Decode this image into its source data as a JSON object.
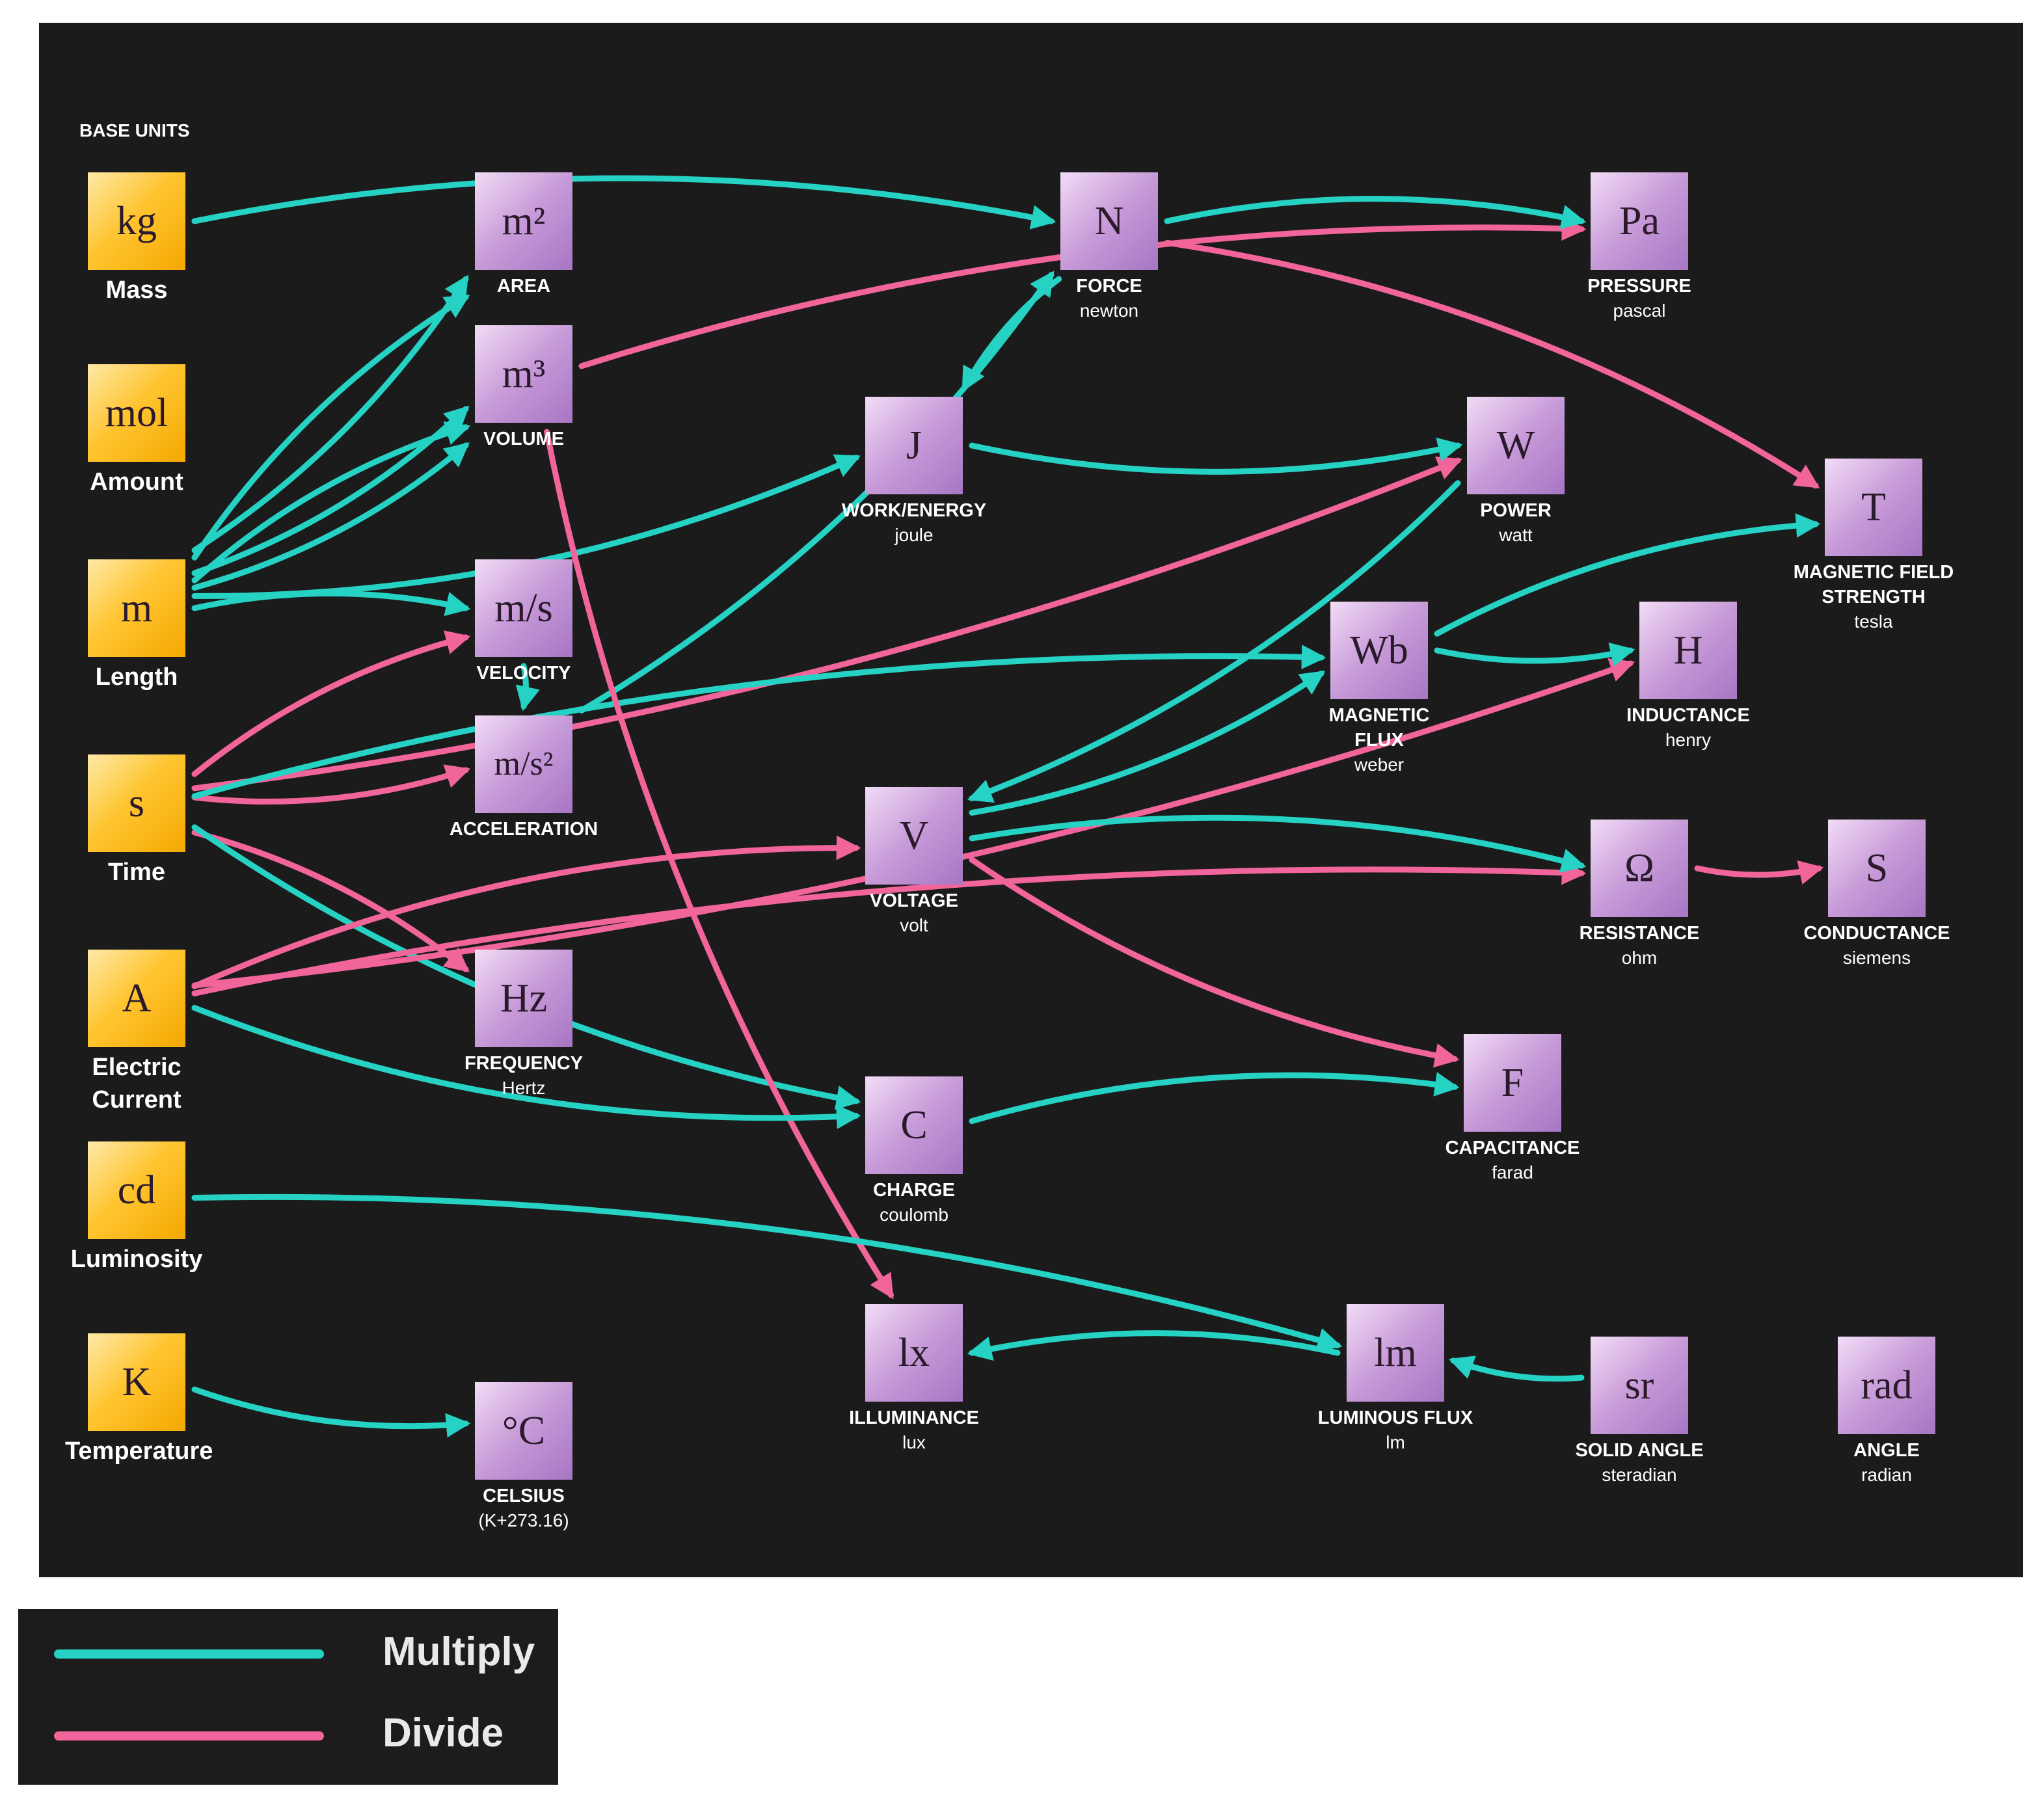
{
  "title": "BASE UNITS",
  "colors": {
    "multiply": "#25d2c4",
    "divide": "#f1659a",
    "background": "#1c1b1c",
    "base_fill": "#ffc531",
    "derived_fill": "#c79ad8"
  },
  "legend": {
    "multiply": "Multiply",
    "divide": "Divide"
  },
  "base_units": [
    {
      "id": "kg",
      "symbol": "kg",
      "name": "Mass"
    },
    {
      "id": "mol",
      "symbol": "mol",
      "name": "Amount"
    },
    {
      "id": "m",
      "symbol": "m",
      "name": "Length"
    },
    {
      "id": "s",
      "symbol": "s",
      "name": "Time"
    },
    {
      "id": "A",
      "symbol": "A",
      "name": "Electric Current"
    },
    {
      "id": "cd",
      "symbol": "cd",
      "name": "Luminosity"
    },
    {
      "id": "K",
      "symbol": "K",
      "name": "Temperature"
    }
  ],
  "derived_units": [
    {
      "id": "m2",
      "symbol": "m²",
      "name": "AREA",
      "unit": ""
    },
    {
      "id": "m3",
      "symbol": "m³",
      "name": "VOLUME",
      "unit": ""
    },
    {
      "id": "ms",
      "symbol": "m/s",
      "name": "VELOCITY",
      "unit": ""
    },
    {
      "id": "ms2",
      "symbol": "m/s²",
      "name": "ACCELERATION",
      "unit": ""
    },
    {
      "id": "Hz",
      "symbol": "Hz",
      "name": "FREQUENCY",
      "unit": "Hertz"
    },
    {
      "id": "degC",
      "symbol": "°C",
      "name": "CELSIUS",
      "unit": "(K+273.16)"
    },
    {
      "id": "N",
      "symbol": "N",
      "name": "FORCE",
      "unit": "newton"
    },
    {
      "id": "J",
      "symbol": "J",
      "name": "WORK/ENERGY",
      "unit": "joule"
    },
    {
      "id": "V",
      "symbol": "V",
      "name": "VOLTAGE",
      "unit": "volt"
    },
    {
      "id": "C",
      "symbol": "C",
      "name": "CHARGE",
      "unit": "coulomb"
    },
    {
      "id": "lx",
      "symbol": "lx",
      "name": "ILLUMINANCE",
      "unit": "lux"
    },
    {
      "id": "Pa",
      "symbol": "Pa",
      "name": "PRESSURE",
      "unit": "pascal"
    },
    {
      "id": "W",
      "symbol": "W",
      "name": "POWER",
      "unit": "watt"
    },
    {
      "id": "Wb",
      "symbol": "Wb",
      "name": "MAGNETIC FLUX",
      "unit": "weber"
    },
    {
      "id": "H",
      "symbol": "H",
      "name": "INDUCTANCE",
      "unit": "henry"
    },
    {
      "id": "T",
      "symbol": "T",
      "name": "MAGNETIC FIELD STRENGTH",
      "unit": "tesla"
    },
    {
      "id": "Ohm",
      "symbol": "Ω",
      "name": "RESISTANCE",
      "unit": "ohm"
    },
    {
      "id": "S",
      "symbol": "S",
      "name": "CONDUCTANCE",
      "unit": "siemens"
    },
    {
      "id": "F",
      "symbol": "F",
      "name": "CAPACITANCE",
      "unit": "farad"
    },
    {
      "id": "lm",
      "symbol": "lm",
      "name": "LUMINOUS FLUX",
      "unit": "lm"
    },
    {
      "id": "sr",
      "symbol": "sr",
      "name": "SOLID ANGLE",
      "unit": "steradian"
    },
    {
      "id": "rad",
      "symbol": "rad",
      "name": "ANGLE",
      "unit": "radian"
    }
  ],
  "edges": [
    {
      "from": "kg",
      "to": "N",
      "op": "multiply"
    },
    {
      "from": "m",
      "to": "m2",
      "op": "multiply"
    },
    {
      "from": "m",
      "to": "m2",
      "op": "multiply"
    },
    {
      "from": "m",
      "to": "m3",
      "op": "multiply"
    },
    {
      "from": "m",
      "to": "m3",
      "op": "multiply"
    },
    {
      "from": "m",
      "to": "m3",
      "op": "multiply"
    },
    {
      "from": "m",
      "to": "ms",
      "op": "multiply"
    },
    {
      "from": "m",
      "to": "J",
      "op": "multiply"
    },
    {
      "from": "s",
      "to": "ms",
      "op": "divide"
    },
    {
      "from": "s",
      "to": "ms2",
      "op": "divide"
    },
    {
      "from": "s",
      "to": "Hz",
      "op": "divide"
    },
    {
      "from": "s",
      "to": "W",
      "op": "divide"
    },
    {
      "from": "s",
      "to": "Wb",
      "op": "multiply"
    },
    {
      "from": "s",
      "to": "C",
      "op": "multiply"
    },
    {
      "from": "ms",
      "to": "ms2",
      "op": "multiply"
    },
    {
      "from": "ms2",
      "to": "N",
      "op": "multiply"
    },
    {
      "from": "m3",
      "to": "Pa",
      "op": "divide"
    },
    {
      "from": "m3",
      "to": "lx",
      "op": "divide"
    },
    {
      "from": "N",
      "to": "Pa",
      "op": "multiply"
    },
    {
      "from": "N",
      "to": "J",
      "op": "multiply"
    },
    {
      "from": "N",
      "to": "T",
      "op": "divide"
    },
    {
      "from": "J",
      "to": "W",
      "op": "multiply"
    },
    {
      "from": "W",
      "to": "V",
      "op": "multiply"
    },
    {
      "from": "A",
      "to": "C",
      "op": "multiply"
    },
    {
      "from": "A",
      "to": "V",
      "op": "divide"
    },
    {
      "from": "A",
      "to": "H",
      "op": "divide"
    },
    {
      "from": "A",
      "to": "Ohm",
      "op": "divide"
    },
    {
      "from": "V",
      "to": "Wb",
      "op": "multiply"
    },
    {
      "from": "V",
      "to": "Ohm",
      "op": "multiply"
    },
    {
      "from": "V",
      "to": "F",
      "op": "divide"
    },
    {
      "from": "C",
      "to": "F",
      "op": "multiply"
    },
    {
      "from": "Wb",
      "to": "H",
      "op": "multiply"
    },
    {
      "from": "Wb",
      "to": "T",
      "op": "multiply"
    },
    {
      "from": "Ohm",
      "to": "S",
      "op": "divide"
    },
    {
      "from": "cd",
      "to": "lm",
      "op": "multiply"
    },
    {
      "from": "lm",
      "to": "lx",
      "op": "multiply"
    },
    {
      "from": "sr",
      "to": "lm",
      "op": "multiply"
    },
    {
      "from": "K",
      "to": "degC",
      "op": "multiply"
    }
  ]
}
